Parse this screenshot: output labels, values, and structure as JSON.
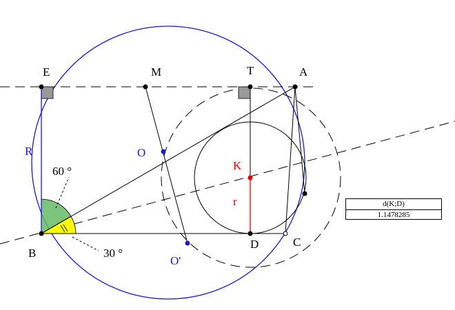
{
  "points": {
    "E": "E",
    "M": "M",
    "T": "T",
    "A": "A",
    "O": "O",
    "K": "K",
    "B": "B",
    "D": "D",
    "C": "C",
    "O_prime": "O'"
  },
  "segments": {
    "R": "R",
    "r": "r"
  },
  "angles": {
    "sixty": "60 °",
    "thirty": "30 °"
  },
  "measure": {
    "label": "d(K;D)",
    "value": "1.1478285"
  },
  "colors": {
    "circle_blue": "#1a1acc",
    "point_red": "#dd0000",
    "angle60_fill": "#66bb66",
    "angle30_fill": "#ffff00",
    "right_angle_fill": "#999999"
  }
}
